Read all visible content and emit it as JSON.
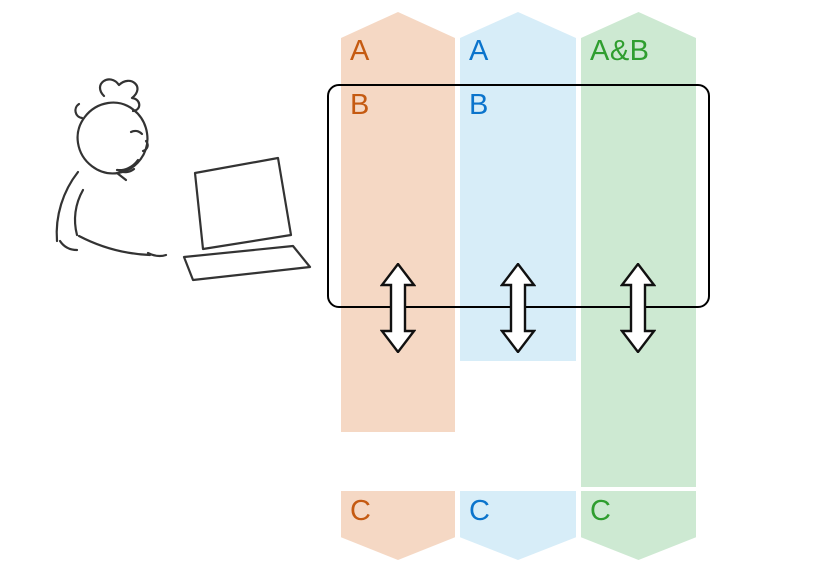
{
  "illustration": {
    "name": "person-thinking-at-laptop-sketch",
    "stroke_color": "#333333"
  },
  "frame": {
    "name": "highlight-box",
    "border_color": "#000000"
  },
  "arrow_icon": "double-vertical-arrow-icon",
  "columns": [
    {
      "id": "track-a",
      "fill": "#f5d8c4",
      "text_color": "#c55a11",
      "top_label": "A",
      "mid_label": "B",
      "bottom_label": "C"
    },
    {
      "id": "track-b",
      "fill": "#d7edf8",
      "text_color": "#0b74cc",
      "top_label": "A",
      "mid_label": "B",
      "bottom_label": "C"
    },
    {
      "id": "track-ab",
      "fill": "#cde9d2",
      "text_color": "#2f9e2f",
      "top_label": "A&B",
      "mid_label": "",
      "bottom_label": "C"
    }
  ]
}
